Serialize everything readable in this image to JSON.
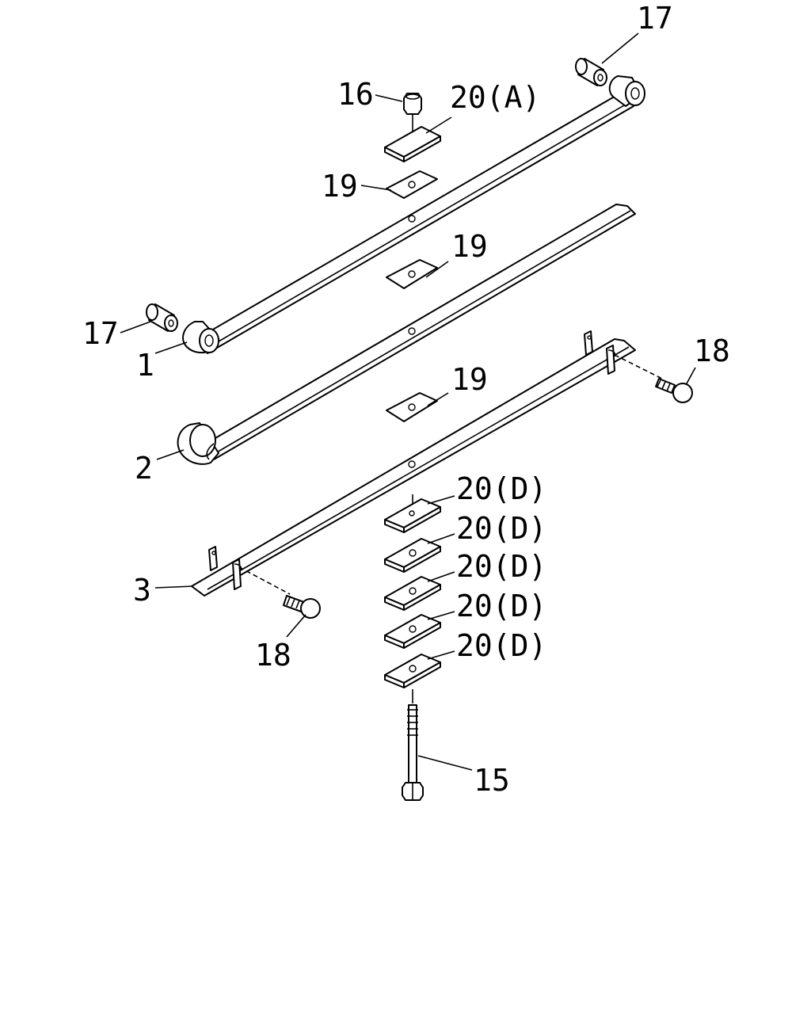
{
  "labels": {
    "p1": "1",
    "p2": "2",
    "p3": "3",
    "p15": "15",
    "p16": "16",
    "p17_top": "17",
    "p17_left": "17",
    "p18_right": "18",
    "p18_left": "18",
    "p19_a": "19",
    "p19_b": "19",
    "p19_c": "19",
    "p20a": "20(A)",
    "p20d_1": "20(D)",
    "p20d_2": "20(D)",
    "p20d_3": "20(D)",
    "p20d_4": "20(D)",
    "p20d_5": "20(D)"
  }
}
